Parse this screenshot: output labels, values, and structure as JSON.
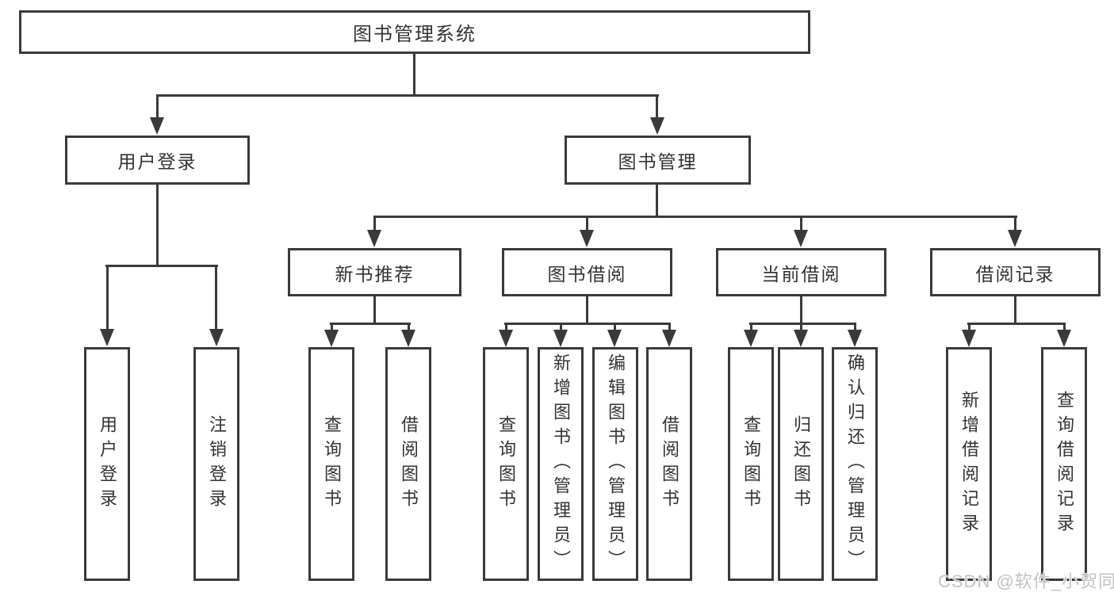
{
  "diagram": {
    "line_color": "#3a3a3a",
    "text_color": "#333333",
    "background_color": "#ffffff"
  },
  "tree": {
    "root": {
      "label": "图书管理系统",
      "children": [
        {
          "label": "用户登录",
          "children": [
            {
              "label": "用户登录"
            },
            {
              "label": "注销登录"
            }
          ]
        },
        {
          "label": "图书管理",
          "children": [
            {
              "label": "新书推荐",
              "children": [
                {
                  "label": "查询图书"
                },
                {
                  "label": "借阅图书"
                }
              ]
            },
            {
              "label": "图书借阅",
              "children": [
                {
                  "label": "查询图书"
                },
                {
                  "label": "新增图书（管理员）"
                },
                {
                  "label": "编辑图书（管理员）"
                },
                {
                  "label": "借阅图书"
                }
              ]
            },
            {
              "label": "当前借阅",
              "children": [
                {
                  "label": "查询图书"
                },
                {
                  "label": "归还图书"
                },
                {
                  "label": "确认归还（管理员）"
                }
              ]
            },
            {
              "label": "借阅记录",
              "children": [
                {
                  "label": "新增借阅记录"
                },
                {
                  "label": "查询借阅记录"
                }
              ]
            }
          ]
        }
      ]
    }
  },
  "watermark": {
    "text": "CSDN @软件_小贺同学",
    "color": "#c3c3c3"
  }
}
